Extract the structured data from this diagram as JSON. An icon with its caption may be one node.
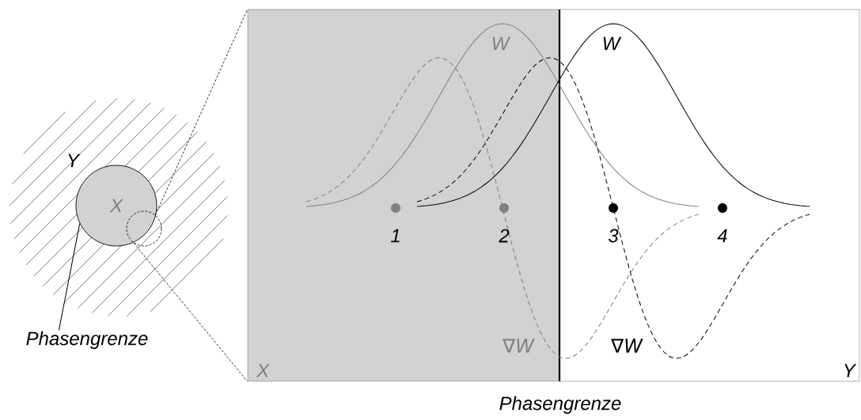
{
  "diagram": {
    "nodes": [
      {
        "text": [
          "X"
        ]
      },
      {
        "text": [
          "Phasengrenze"
        ]
      },
      {
        "text": [
          "X"
        ]
      },
      {
        "text": [
          "Y"
        ]
      },
      {
        "text": [],
        "shape": "circle"
      }
    ],
    "edges": [
      {
        "from": 1,
        "to": 0,
        "arrow": "none"
      },
      {
        "from": 4,
        "to": 2,
        "arrow": "none",
        "style": "dashed"
      },
      {
        "from": 4,
        "to": 2,
        "arrow": "none",
        "style": "dashed"
      }
    ],
    "labels": [
      "Y",
      "W",
      "W",
      "1",
      "2",
      "3",
      "4",
      "∇W",
      "∇W",
      "Phasengrenze"
    ]
  }
}
